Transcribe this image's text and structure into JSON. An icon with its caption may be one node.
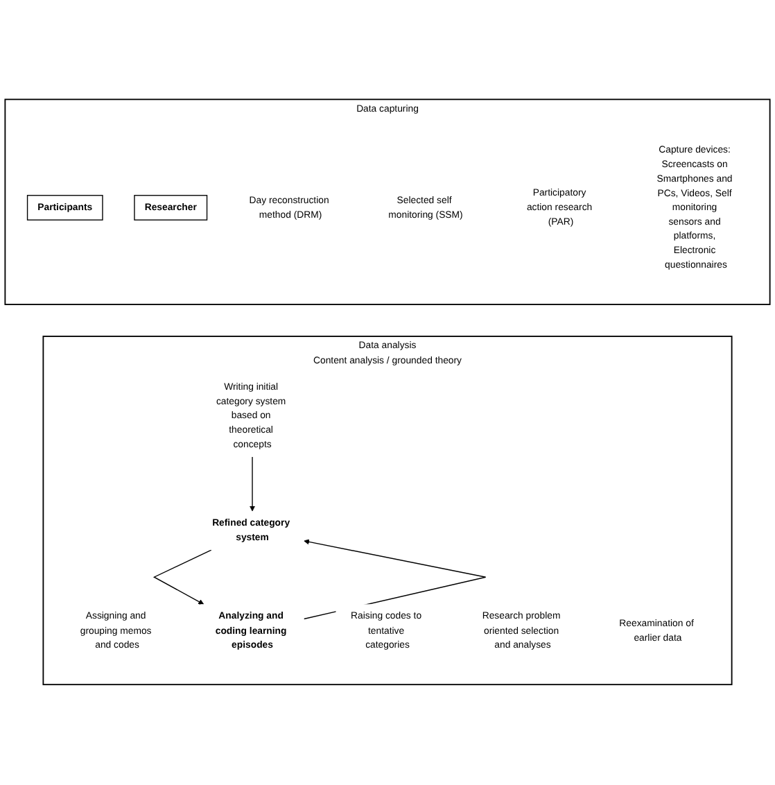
{
  "diagram": {
    "nodes": [
      {
        "text": [
          "Data capturing"
        ]
      },
      {
        "text": [
          "Participants"
        ],
        "in": 0
      },
      {
        "text": [
          "Researcher"
        ],
        "in": 0
      },
      {
        "text": [
          "Day reconstruction method (DRM)"
        ],
        "in": 0
      },
      {
        "text": [
          "Selected self monitoring (SSM)"
        ],
        "in": 0
      },
      {
        "text": [
          "Participatory action research (PAR)"
        ],
        "in": 0
      },
      {
        "text": [
          "Capture devices: Screencasts on Smartphones and PCs, Videos, Self monitoring sensors and platforms, Electronic questionnaires"
        ],
        "in": 0
      },
      {
        "text": [
          "Data analysis",
          "Content analysis / grounded theory"
        ]
      },
      {
        "text": [
          "Writing initial category system based on theoretical concepts"
        ],
        "in": 7
      },
      {
        "text": [
          "Assigning and grouping memos and codes"
        ],
        "in": 7
      },
      {
        "text": [
          "Raising codes to tentative categories"
        ],
        "in": 7
      },
      {
        "text": [
          "Refined category system"
        ],
        "in": 7
      },
      {
        "text": [
          "Research problem oriented selection and analyses"
        ],
        "in": 7
      },
      {
        "text": [
          "Reexamination of earlier data"
        ],
        "in": 7
      },
      {
        "text": [
          "Analyzing and coding learning episodes"
        ],
        "in": 7
      }
    ],
    "edges": [
      {
        "from": 8,
        "to": 11,
        "arrow": "to"
      },
      {
        "from": 11,
        "to": 14,
        "arrow": "to"
      },
      {
        "from": 14,
        "to": 11,
        "arrow": "to"
      }
    ]
  }
}
